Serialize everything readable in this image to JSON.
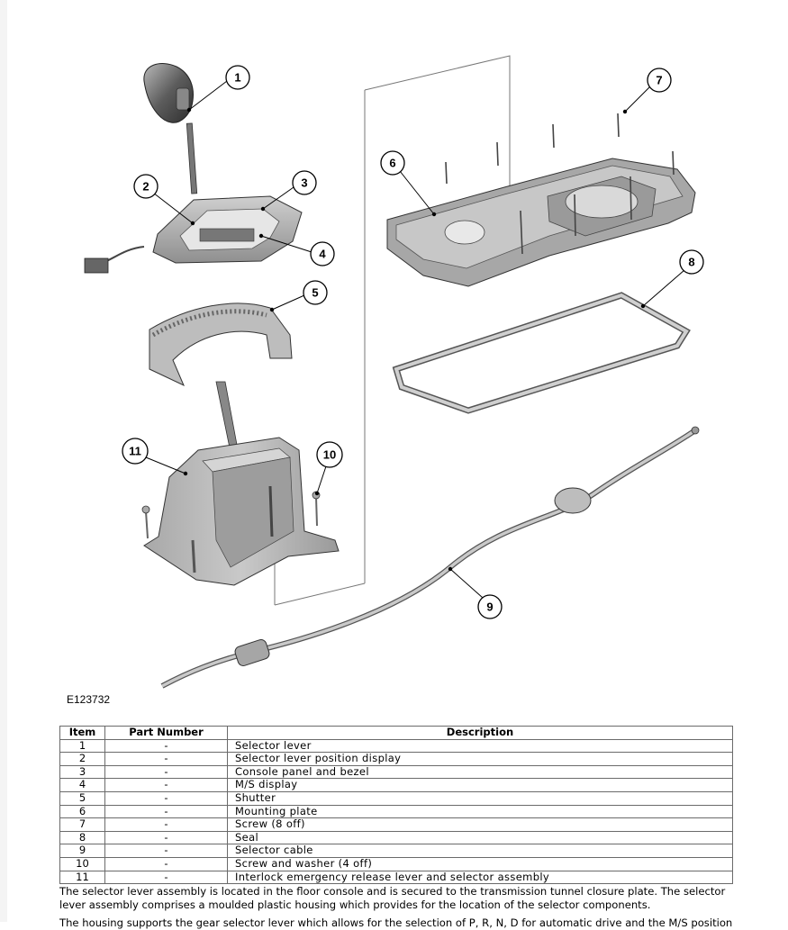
{
  "figure": {
    "code": "E123732",
    "callouts": [
      "1",
      "2",
      "3",
      "4",
      "5",
      "6",
      "7",
      "8",
      "9",
      "10",
      "11"
    ]
  },
  "table": {
    "headers": [
      "Item",
      "Part Number",
      "Description"
    ],
    "rows": [
      [
        "1",
        "-",
        "Selector lever"
      ],
      [
        "2",
        "-",
        "Selector lever position display"
      ],
      [
        "3",
        "-",
        "Console panel and bezel"
      ],
      [
        "4",
        "-",
        "M/S display"
      ],
      [
        "5",
        "-",
        "Shutter"
      ],
      [
        "6",
        "-",
        "Mounting plate"
      ],
      [
        "7",
        "-",
        "Screw (8 off)"
      ],
      [
        "8",
        "-",
        "Seal"
      ],
      [
        "9",
        "-",
        "Selector cable"
      ],
      [
        "10",
        "-",
        "Screw and washer (4 off)"
      ],
      [
        "11",
        "-",
        "Interlock emergency release lever and selector assembly"
      ]
    ]
  },
  "paragraphs": [
    "The selector lever assembly is located in the floor console and is secured to the transmission tunnel closure plate. The selector lever assembly comprises a moulded plastic housing which provides for the location of the selector components.",
    "The housing supports the gear selector lever which allows for the selection of P, R, N, D for automatic drive and the M/S position"
  ]
}
